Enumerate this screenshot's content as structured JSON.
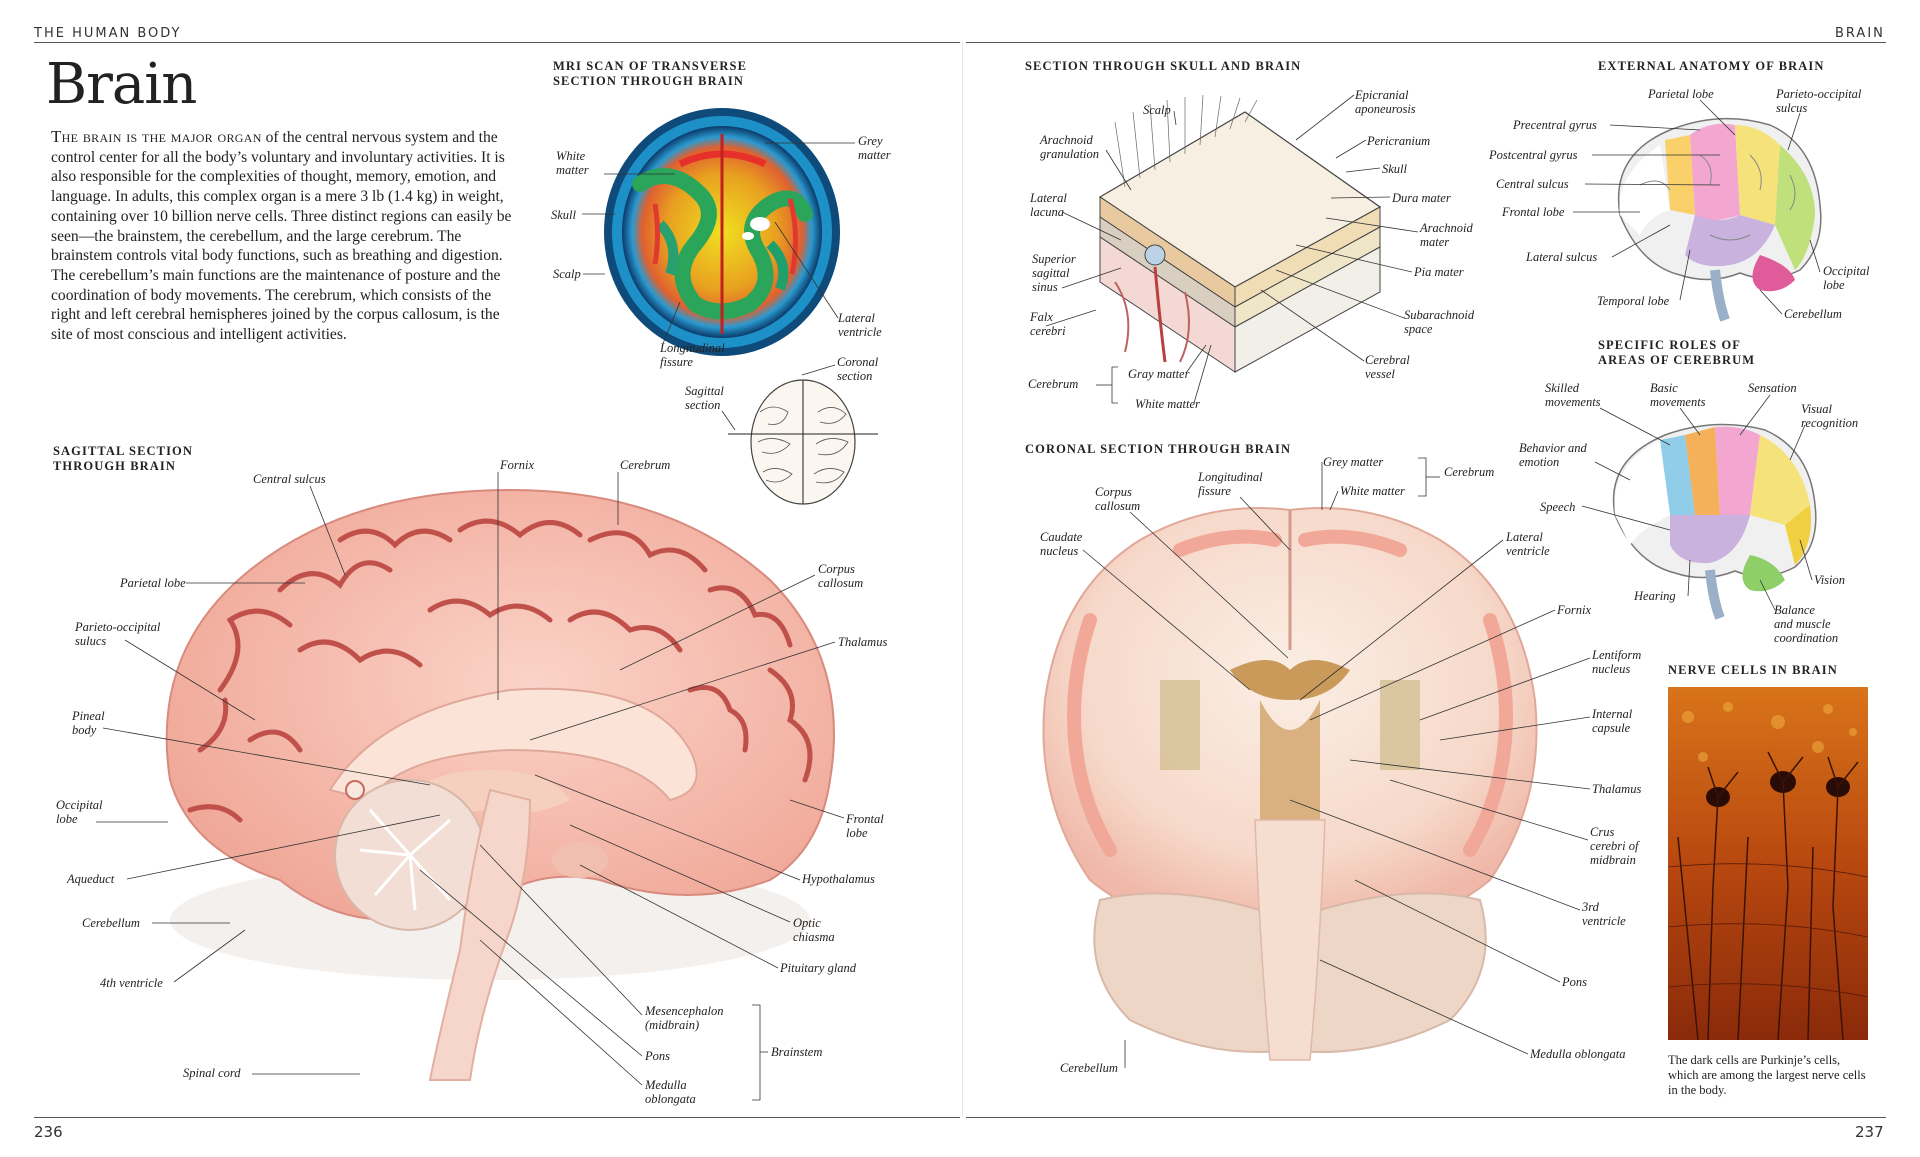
{
  "left_page": {
    "running_head": "THE HUMAN BODY",
    "page_number": "236",
    "title": "Brain",
    "intro_lead": "The brain is the major organ",
    "intro_body": " of the central nervous system and the control center for all the body’s voluntary and involuntary activities. It is also responsible for the complexities of thought, memory, emotion, and language. In adults, this complex organ is a mere 3 lb (1.4 kg) in weight, containing over 10 billion nerve cells. Three distinct regions can easily be seen—the brainstem, the cerebellum, and the large cerebrum. The brainstem controls vital body functions, such as breathing and digestion. The cerebellum’s main functions are the maintenance of posture and the coordination of body movements. The cerebrum, which consists of the right and left cerebral hemispheres joined by the corpus callosum, is the site of most conscious and intelligent activities.",
    "mri": {
      "heading_line1": "MRI SCAN OF TRANSVERSE",
      "heading_line2": "SECTION THROUGH BRAIN",
      "labels": {
        "white_matter": "White\nmatter",
        "grey_matter": "Grey\nmatter",
        "skull": "Skull",
        "scalp": "Scalp",
        "lateral_ventricle": "Lateral\nventricle",
        "longitudinal_fissure": "Longitudinal\nfissure",
        "coronal_section": "Coronal\nsection",
        "sagittal_section": "Sagittal\nsection"
      }
    },
    "sagittal": {
      "heading_line1": "SAGITTAL SECTION",
      "heading_line2": "THROUGH BRAIN",
      "labels": {
        "central_sulcus": "Central sulcus",
        "fornix": "Fornix",
        "cerebrum": "Cerebrum",
        "parietal_lobe": "Parietal lobe",
        "corpus_callosum": "Corpus\ncallosum",
        "parieto_occipital": "Parieto-occipital\nsulucs",
        "thalamus": "Thalamus",
        "pineal_body": "Pineal\nbody",
        "occipital_lobe": "Occipital\nlobe",
        "frontal_lobe": "Frontal\nlobe",
        "aqueduct": "Aqueduct",
        "hypothalamus": "Hypothalamus",
        "cerebellum": "Cerebellum",
        "optic_chiasma": "Optic\nchiasma",
        "pituitary_gland": "Pituitary gland",
        "fourth_ventricle": "4th ventricle",
        "mesencephalon": "Mesencephalon\n(midbrain)",
        "pons": "Pons",
        "brainstem": "Brainstem",
        "spinal_cord": "Spinal cord",
        "medulla_oblongata": "Medulla\noblongata"
      }
    }
  },
  "right_page": {
    "running_head": "BRAIN",
    "page_number": "237",
    "skull_section": {
      "heading": "SECTION THROUGH SKULL AND BRAIN",
      "labels": {
        "scalp": "Scalp",
        "epicranial_aponeurosis": "Epicranial\naponeurosis",
        "arachnoid_granulation": "Arachnoid\ngranulation",
        "pericranium": "Pericranium",
        "skull": "Skull",
        "lateral_lacuna": "Lateral\nlacuna",
        "dura_mater": "Dura mater",
        "arachnoid_mater": "Arachnoid\nmater",
        "superior_sagittal_sinus": "Superior\nsagittal\nsinus",
        "pia_mater": "Pia mater",
        "falx_cerebri": "Falx\ncerebri",
        "subarachnoid_space": "Subarachnoid\nspace",
        "cerebrum": "Cerebrum",
        "gray_matter": "Gray matter",
        "white_matter": "White matter",
        "cerebral_vessel": "Cerebral\nvessel"
      }
    },
    "external": {
      "heading": "EXTERNAL ANATOMY OF BRAIN",
      "labels": {
        "parietal_lobe": "Parietal lobe",
        "parieto_occipital_sulcus": "Parieto-occipital\nsulcus",
        "precentral_gyrus": "Precentral gyrus",
        "postcentral_gyrus": "Postcentral gyrus",
        "central_sulcus": "Central sulcus",
        "frontal_lobe": "Frontal lobe",
        "lateral_sulcus": "Lateral sulcus",
        "occipital_lobe": "Occipital\nlobe",
        "temporal_lobe": "Temporal lobe",
        "cerebellum": "Cerebellum"
      }
    },
    "roles": {
      "heading_line1": "SPECIFIC ROLES OF",
      "heading_line2": "AREAS OF CEREBRUM",
      "labels": {
        "skilled_movements": "Skilled\nmovements",
        "basic_movements": "Basic\nmovements",
        "sensation": "Sensation",
        "visual_recognition": "Visual\nrecognition",
        "behavior_emotion": "Behavior and\nemotion",
        "speech": "Speech",
        "vision": "Vision",
        "hearing": "Hearing",
        "balance": "Balance\nand muscle\ncoordination"
      }
    },
    "coronal": {
      "heading": "CORONAL SECTION THROUGH BRAIN",
      "labels": {
        "longitudinal_fissure": "Longitudinal\nfissure",
        "grey_matter": "Grey matter",
        "white_matter": "White matter",
        "cerebrum": "Cerebrum",
        "corpus_callosum": "Corpus\ncallosum",
        "caudate_nucleus": "Caudate\nnucleus",
        "lateral_ventricle": "Lateral\nventricle",
        "fornix": "Fornix",
        "lentiform_nucleus": "Lentiform\nnucleus",
        "internal_capsule": "Internal\ncapsule",
        "thalamus": "Thalamus",
        "crus_cerebri": "Crus\ncerebri of\nmidbrain",
        "third_ventricle": "3rd\nventricle",
        "pons": "Pons",
        "medulla_oblongata": "Medulla oblongata",
        "cerebellum": "Cerebellum"
      }
    },
    "nerve_cells": {
      "heading": "NERVE CELLS IN BRAIN",
      "caption": "The dark cells are Purkinje’s cells, which are among the largest nerve cells in the body."
    }
  },
  "colors": {
    "brain_pink": "#f3b3a6",
    "brain_fold": "#c8564f",
    "nerve_bg": "#b8480f"
  }
}
